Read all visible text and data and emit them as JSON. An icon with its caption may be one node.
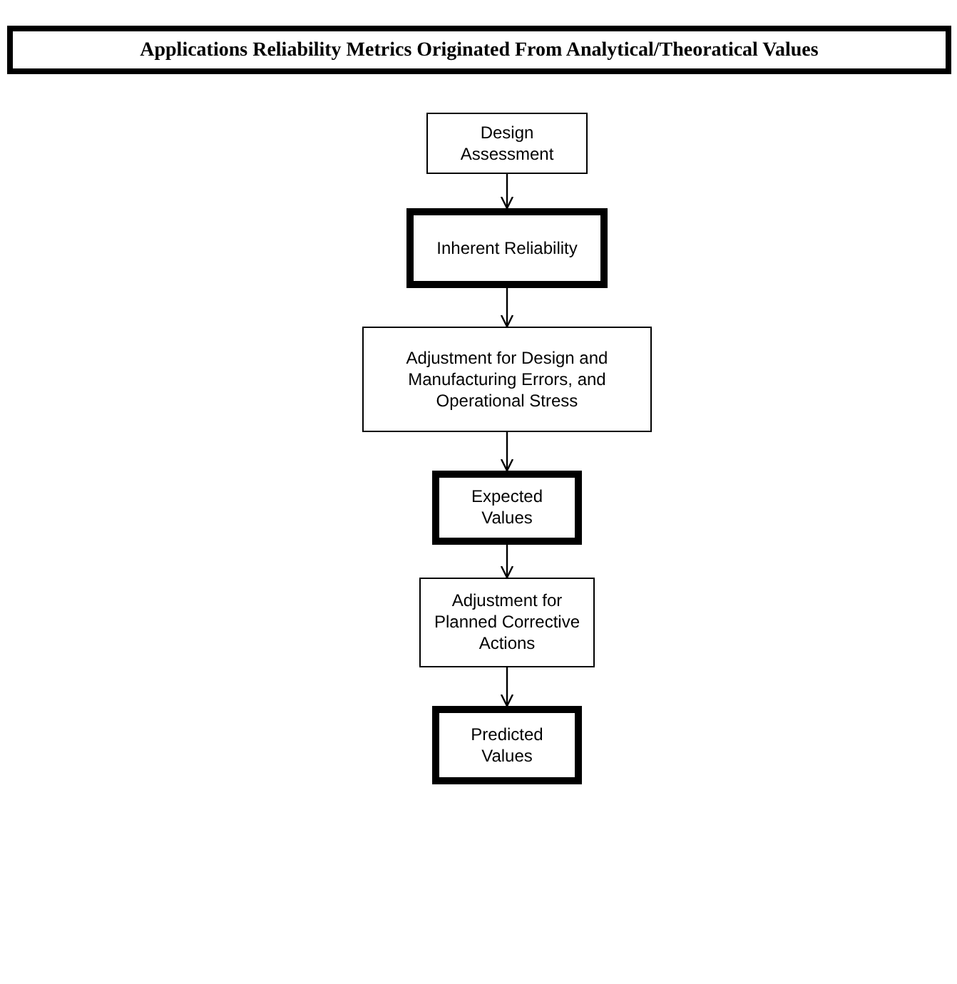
{
  "diagram": {
    "title": "Applications Reliability Metrics Originated From Analytical/Theoratical Values",
    "nodes": [
      {
        "text": [
          "Design Assessment"
        ]
      },
      {
        "text": [
          "Inherent Reliability"
        ]
      },
      {
        "text": [
          "Adjustment for Design and Manufacturing Errors, and Operational Stress"
        ]
      },
      {
        "text": [
          "Expected Values"
        ]
      },
      {
        "text": [
          "Adjustment for Planned Corrective Actions"
        ]
      },
      {
        "text": [
          "Predicted Values"
        ]
      }
    ],
    "edges": [
      {
        "from": 0,
        "to": 1,
        "arrow": "to"
      },
      {
        "from": 1,
        "to": 2,
        "arrow": "to"
      },
      {
        "from": 2,
        "to": 3,
        "arrow": "to"
      },
      {
        "from": 3,
        "to": 4,
        "arrow": "to"
      },
      {
        "from": 4,
        "to": 5,
        "arrow": "to"
      }
    ]
  }
}
